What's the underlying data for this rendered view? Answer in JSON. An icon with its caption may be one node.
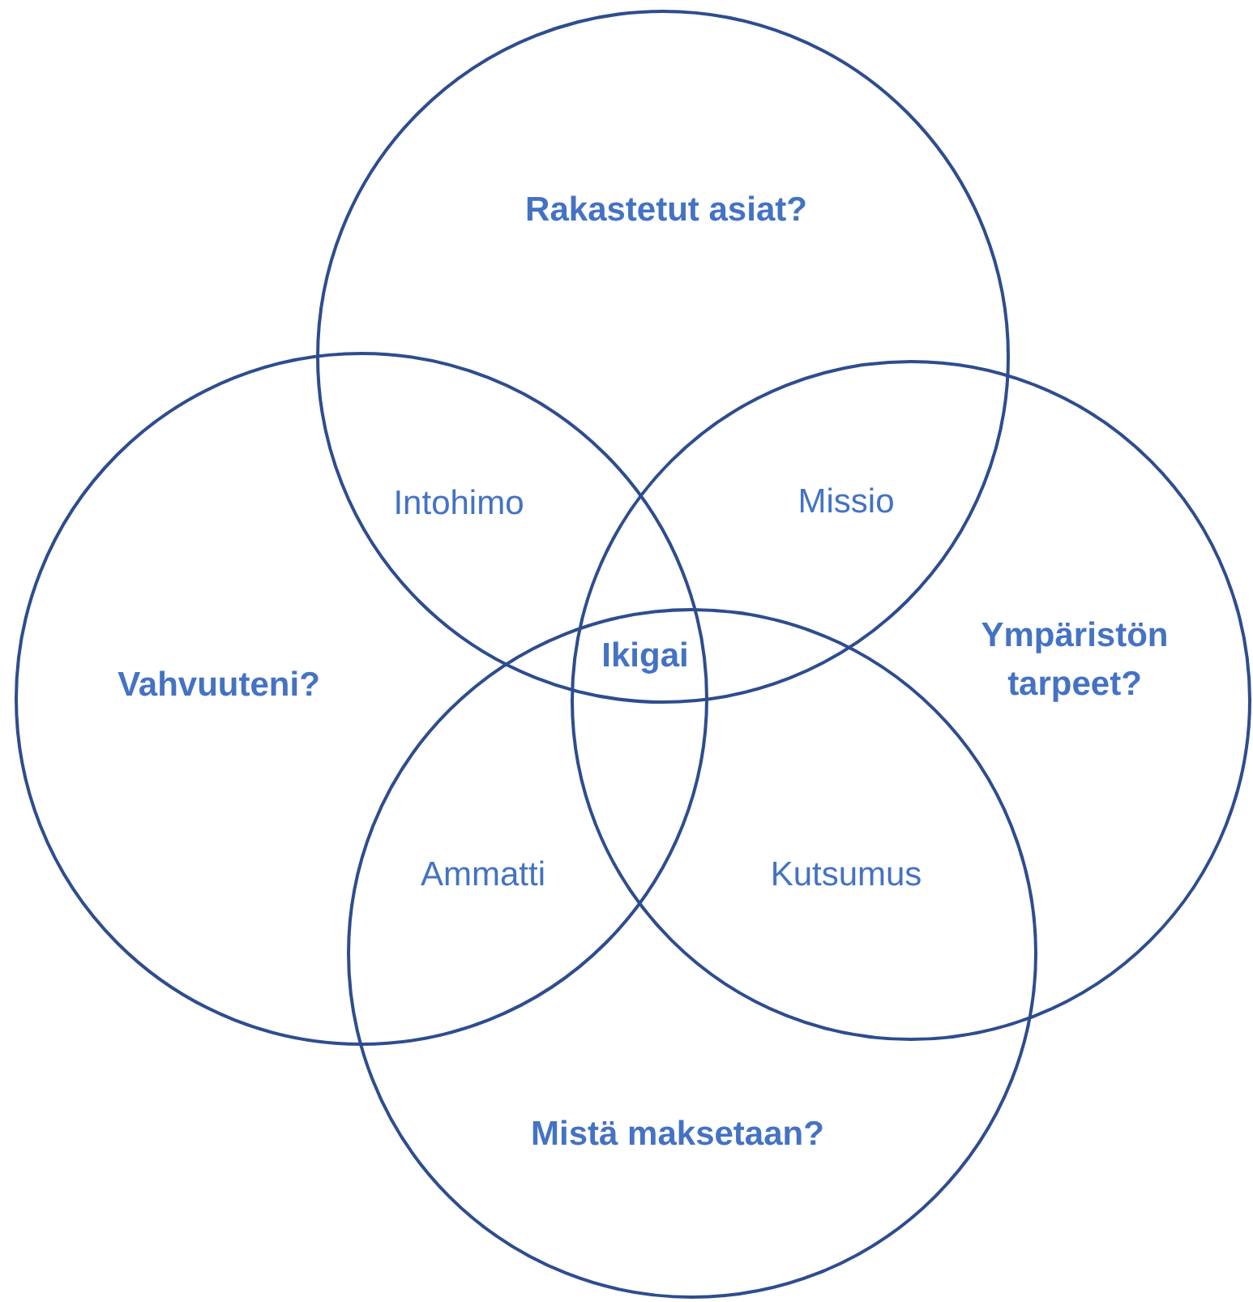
{
  "diagram": {
    "nodes": [
      {
        "text": [
          "Rakastetut asiat?"
        ]
      },
      {
        "text": [
          "Vahvuuteni?"
        ]
      },
      {
        "text": [
          "Ympäristön tarpeet?"
        ]
      },
      {
        "text": [
          "Mistä maksetaan?"
        ]
      }
    ],
    "labels": [
      "Intohimo",
      "Missio",
      "Ikigai",
      "Ammatti",
      "Kutsumus"
    ]
  }
}
